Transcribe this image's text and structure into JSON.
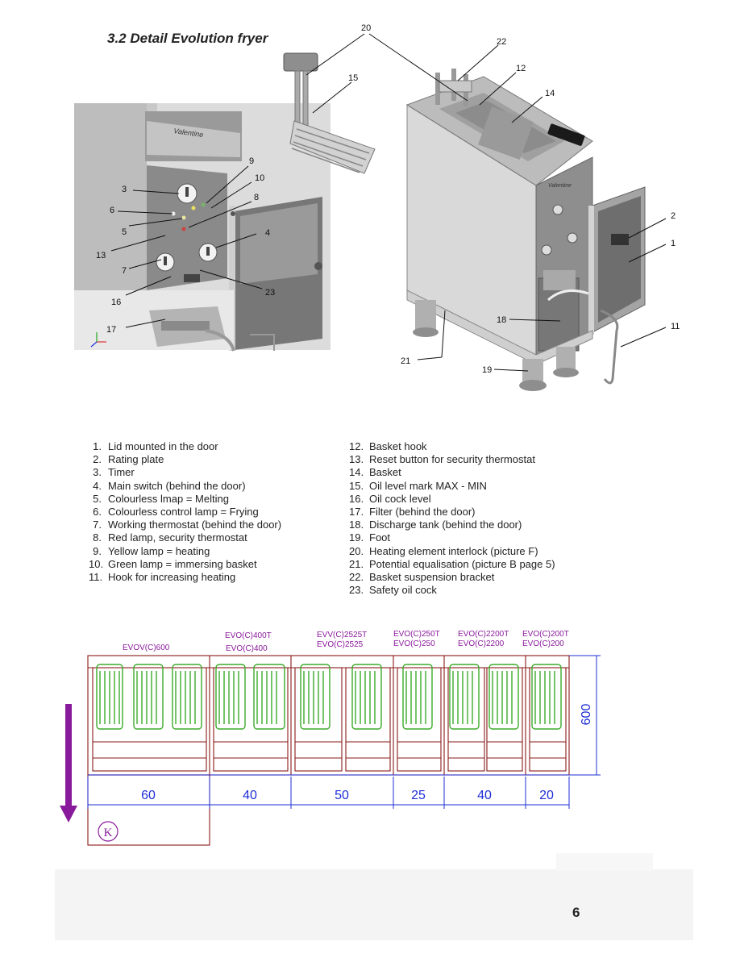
{
  "section": {
    "title": "3.2 Detail Evolution fryer"
  },
  "figure_callouts": [
    "20",
    "22",
    "15",
    "12",
    "14",
    "9",
    "10",
    "8",
    "3",
    "6",
    "5",
    "4",
    "13",
    "7",
    "16",
    "23",
    "17",
    "2",
    "1",
    "11",
    "18",
    "21",
    "19"
  ],
  "legend": {
    "left": [
      {
        "num": "1.",
        "text": "Lid mounted in the door"
      },
      {
        "num": "2.",
        "text": "Rating plate"
      },
      {
        "num": "3.",
        "text": "Timer"
      },
      {
        "num": "4.",
        "text": "Main switch (behind the door)"
      },
      {
        "num": "5.",
        "text": "Colourless lmap = Melting"
      },
      {
        "num": "6.",
        "text": "Colourless control lamp = Frying"
      },
      {
        "num": "7.",
        "text": "Working thermostat (behind the door)"
      },
      {
        "num": "8.",
        "text": "Red lamp, security thermostat"
      },
      {
        "num": "9.",
        "text": "Yellow lamp = heating"
      },
      {
        "num": "10.",
        "text": "Green lamp = immersing basket"
      },
      {
        "num": "11.",
        "text": "Hook for increasing heating"
      }
    ],
    "right": [
      {
        "num": "12.",
        "text": "Basket hook"
      },
      {
        "num": "13.",
        "text": "Reset button for security thermostat"
      },
      {
        "num": "14.",
        "text": "Basket"
      },
      {
        "num": "15.",
        "text": "Oil level mark MAX - MIN"
      },
      {
        "num": "16.",
        "text": "Oil cock level"
      },
      {
        "num": "17.",
        "text": "Filter (behind the door)"
      },
      {
        "num": "18.",
        "text": "Discharge tank (behind the door)"
      },
      {
        "num": "19.",
        "text": "Foot"
      },
      {
        "num": "20.",
        "text": "Heating element interlock (picture F)"
      },
      {
        "num": "21.",
        "text": "Potential equalisation (picture B page 5)"
      },
      {
        "num": "22.",
        "text": "Basket suspension bracket"
      },
      {
        "num": "23.",
        "text": "Safety oil cock"
      }
    ]
  },
  "diagram": {
    "model_labels": {
      "m600": "EVOV(C)600",
      "m400_t": "EVO(C)400T",
      "m400": "EVO(C)400",
      "m2525_t": "EVV(C)2525T",
      "m2525": "EVO(C)2525",
      "m250_t": "EVO(C)250T",
      "m250": "EVO(C)250",
      "m2200_t": "EVO(C)2200T",
      "m2200": "EVO(C)2200",
      "m200_t": "EVO(C)200T",
      "m200": "EVO(C)200"
    },
    "depth_label": "600",
    "widths": [
      "60",
      "40",
      "50",
      "25",
      "40",
      "20"
    ],
    "marker": "K",
    "colors": {
      "outline": "#8b1a1a",
      "elements": "#3caa2a",
      "dimension": "#1f2fd6",
      "arrow": "#8a1a9c",
      "labels": "#8a1a9c"
    }
  },
  "page_number": "6"
}
